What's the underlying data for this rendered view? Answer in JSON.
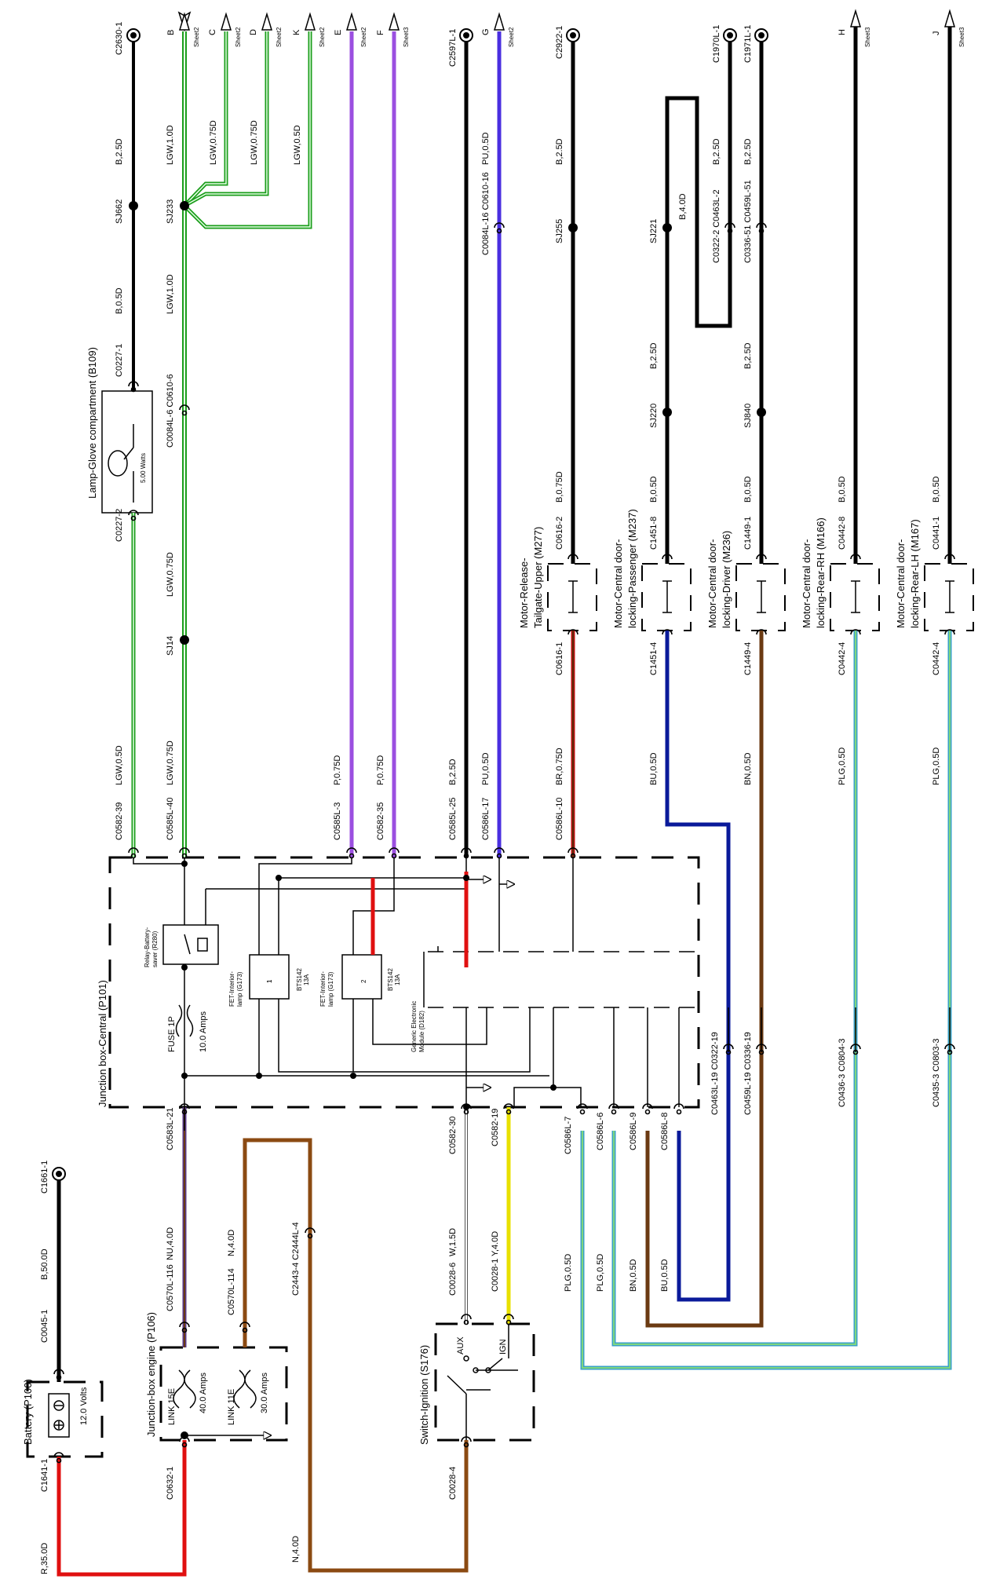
{
  "titles": [
    {
      "id": "battery",
      "text": "Battery (P100)"
    },
    {
      "id": "junction_engine",
      "text": "Junction-box engine (P106)"
    },
    {
      "id": "junction_central",
      "text": "Junction box-Central (P101)"
    },
    {
      "id": "lamp_glove",
      "text": "Lamp-Glove compartment (B109)"
    },
    {
      "id": "switch_ignition",
      "text": "Switch-Ignition (S176)"
    },
    {
      "id": "motor_tailgate_1",
      "text": "Motor-Release-"
    },
    {
      "id": "motor_tailgate_2",
      "text": "Tailgate-Upper (M277)"
    },
    {
      "id": "motor_pass_1",
      "text": "Motor-Central door-"
    },
    {
      "id": "motor_pass_2",
      "text": "locking-Passenger (M237)"
    },
    {
      "id": "motor_drv_1",
      "text": "Motor-Central door-"
    },
    {
      "id": "motor_drv_2",
      "text": "locking-Driver (M236)"
    },
    {
      "id": "motor_rrh_1",
      "text": "Motor-Central door-"
    },
    {
      "id": "motor_rrh_2",
      "text": "locking-Rear-RH (M166)"
    },
    {
      "id": "motor_rlh_1",
      "text": "Motor-Central door-"
    },
    {
      "id": "motor_rlh_2",
      "text": "locking-Rear-LH (M167)"
    }
  ],
  "connectors": [
    {
      "id": "c_c2630",
      "text": "C2630-1"
    },
    {
      "id": "c_c2597",
      "text": "C2597L-1"
    },
    {
      "id": "c_c2922",
      "text": "C2922-1"
    },
    {
      "id": "c_c1970",
      "text": "C1970L-1"
    },
    {
      "id": "c_c1971",
      "text": "C1971L-1"
    },
    {
      "id": "c_c1661",
      "text": "C1661-1"
    },
    {
      "id": "c_c1641",
      "text": "C1641-1"
    },
    {
      "id": "c_c0045",
      "text": "C0045-1"
    },
    {
      "id": "c_c0632",
      "text": "C0632-1"
    },
    {
      "id": "c_c0570_116",
      "text": "C0570L-116"
    },
    {
      "id": "c_c0570_114",
      "text": "C0570L-114"
    },
    {
      "id": "c_c0583_21",
      "text": "C0583L-21"
    },
    {
      "id": "c_c2443",
      "text": "C2443-4 C2444L-4"
    },
    {
      "id": "c_c0582_30",
      "text": "C0582-30"
    },
    {
      "id": "c_c0582_19",
      "text": "C0582-19"
    },
    {
      "id": "c_c0028_6",
      "text": "C0028-6"
    },
    {
      "id": "c_c0028_1",
      "text": "C0028-1"
    },
    {
      "id": "c_c0028_4",
      "text": "C0028-4"
    },
    {
      "id": "c_c0586_7",
      "text": "C0586L-7"
    },
    {
      "id": "c_c0586_6",
      "text": "C0586L-6"
    },
    {
      "id": "c_c0586_9",
      "text": "C0586L-9"
    },
    {
      "id": "c_c0586_8",
      "text": "C0586L-8"
    },
    {
      "id": "c_c0463_19",
      "text": "C0463L-19 C0322-19"
    },
    {
      "id": "c_c0459_19",
      "text": "C0459L-19 C0336-19"
    },
    {
      "id": "c_c0436_3",
      "text": "C0436-3 C0804-3"
    },
    {
      "id": "c_c0435_3",
      "text": "C0435-3 C0803-3"
    },
    {
      "id": "c_c0582_39",
      "text": "C0582-39"
    },
    {
      "id": "c_c0585_40",
      "text": "C0585L-40"
    },
    {
      "id": "c_c0585_3",
      "text": "C0585L-3"
    },
    {
      "id": "c_c0582_35",
      "text": "C0582-35"
    },
    {
      "id": "c_c0585_25",
      "text": "C0585L-25"
    },
    {
      "id": "c_c0586_17",
      "text": "C0586L-17"
    },
    {
      "id": "c_c0586_10",
      "text": "C0586L-10"
    },
    {
      "id": "c_c0227_2",
      "text": "C0227-2"
    },
    {
      "id": "c_c0227_1",
      "text": "C0227-1"
    },
    {
      "id": "c_c0084_6",
      "text": "C0084L-6 C0610-6"
    },
    {
      "id": "c_c0084_16",
      "text": "C0084L-16 C0610-16"
    },
    {
      "id": "c_c0616_2",
      "text": "C0616-2"
    },
    {
      "id": "c_c0616_1",
      "text": "C0616-1"
    },
    {
      "id": "c_c1451_8",
      "text": "C1451-8"
    },
    {
      "id": "c_c1451_4",
      "text": "C1451-4"
    },
    {
      "id": "c_c1449_1",
      "text": "C1449-1"
    },
    {
      "id": "c_c1449_4",
      "text": "C1449-4"
    },
    {
      "id": "c_c0442_8",
      "text": "C0442-8"
    },
    {
      "id": "c_c0442_4",
      "text": "C0442-4"
    },
    {
      "id": "c_c0441_1",
      "text": "C0441-1"
    },
    {
      "id": "c_c0441_4",
      "text": "C0442-4"
    },
    {
      "id": "c_c0322_2",
      "text": "C0322-2 C0463L-2"
    },
    {
      "id": "c_c0336_51",
      "text": "C0336-51 C0459L-51"
    }
  ],
  "splices": [
    {
      "id": "s_sj662",
      "text": "SJ662"
    },
    {
      "id": "s_sj233",
      "text": "SJ233"
    },
    {
      "id": "s_sj14",
      "text": "SJ14"
    },
    {
      "id": "s_sj255",
      "text": "SJ255"
    },
    {
      "id": "s_sj221",
      "text": "SJ221"
    },
    {
      "id": "s_sj220",
      "text": "SJ220"
    },
    {
      "id": "s_sj840",
      "text": "SJ840"
    }
  ],
  "wires": [
    {
      "id": "w_b25_top",
      "text": "B,2.5D"
    },
    {
      "id": "w_b05_top",
      "text": "B,0.5D"
    },
    {
      "id": "w_lgw10_a",
      "text": "LGW,1.0D"
    },
    {
      "id": "w_lgw10_b",
      "text": "LGW,1.0D"
    },
    {
      "id": "w_lgw075_c",
      "text": "LGW,0.75D"
    },
    {
      "id": "w_lgw075_d",
      "text": "LGW,0.75D"
    },
    {
      "id": "w_lgw05_k",
      "text": "LGW,0.5D"
    },
    {
      "id": "w_lgw075_sj14",
      "text": "LGW,0.75D"
    },
    {
      "id": "w_lgw05_39",
      "text": "LGW,0.5D"
    },
    {
      "id": "w_lgw075_40",
      "text": "LGW,0.75D"
    },
    {
      "id": "w_p075_e",
      "text": "P,0.75D"
    },
    {
      "id": "w_p075_f",
      "text": "P,0.75D"
    },
    {
      "id": "w_b25_g",
      "text": "B,2.5D"
    },
    {
      "id": "w_pu05_top",
      "text": "PU,0.5D"
    },
    {
      "id": "w_pu05_bot",
      "text": "PU,0.5D"
    },
    {
      "id": "w_b25_tail",
      "text": "B,2.5D"
    },
    {
      "id": "w_b075_tail",
      "text": "B,0.75D"
    },
    {
      "id": "w_br075",
      "text": "BR,0.75D"
    },
    {
      "id": "w_b40",
      "text": "B,4.0D"
    },
    {
      "id": "w_b25_1970",
      "text": "B,2.5D"
    },
    {
      "id": "w_b25_1971",
      "text": "B,2.5D"
    },
    {
      "id": "w_b25_sj220",
      "text": "B,2.5D"
    },
    {
      "id": "w_b25_sj840",
      "text": "B,2.5D"
    },
    {
      "id": "w_b05_pass",
      "text": "B,0.5D"
    },
    {
      "id": "w_b05_drv",
      "text": "B,0.5D"
    },
    {
      "id": "w_b05_rrh",
      "text": "B,0.5D"
    },
    {
      "id": "w_b05_rlh",
      "text": "B,0.5D"
    },
    {
      "id": "w_bu05_pass",
      "text": "BU,0.5D"
    },
    {
      "id": "w_bn05_drv",
      "text": "BN,0.5D"
    },
    {
      "id": "w_plg05_rrh",
      "text": "PLG,0.5D"
    },
    {
      "id": "w_plg05_rlh",
      "text": "PLG,0.5D"
    },
    {
      "id": "w_b500",
      "text": "B,50.0D"
    },
    {
      "id": "w_nu40",
      "text": "NU,4.0D"
    },
    {
      "id": "w_n40_114",
      "text": "N,4.0D"
    },
    {
      "id": "w_w15",
      "text": "W,1.5D"
    },
    {
      "id": "w_y40",
      "text": "Y,4.0D"
    },
    {
      "id": "w_plg05_7",
      "text": "PLG,0.5D"
    },
    {
      "id": "w_plg05_6",
      "text": "PLG,0.5D"
    },
    {
      "id": "w_bn05_9",
      "text": "BN,0.5D"
    },
    {
      "id": "w_bu05_8",
      "text": "BU,0.5D"
    },
    {
      "id": "w_r350",
      "text": "R,35.0D"
    },
    {
      "id": "w_n40_bot",
      "text": "N,4.0D"
    }
  ],
  "sheet_refs": [
    {
      "letter": "B",
      "sheet": "Sheet2"
    },
    {
      "letter": "C",
      "sheet": "Sheet2"
    },
    {
      "letter": "D",
      "sheet": "Sheet2"
    },
    {
      "letter": "K",
      "sheet": "Sheet2"
    },
    {
      "letter": "E",
      "sheet": "Sheet2"
    },
    {
      "letter": "F",
      "sheet": "Sheet3"
    },
    {
      "letter": "G",
      "sheet": "Sheet2"
    },
    {
      "letter": "H",
      "sheet": "Sheet3"
    },
    {
      "letter": "J",
      "sheet": "Sheet3"
    }
  ],
  "components": [
    {
      "id": "fuse_1p",
      "text": "FUSE 1P"
    },
    {
      "id": "fuse_1p_amps",
      "text": "10.0 Amps"
    },
    {
      "id": "link_15e",
      "text": "LINK 15E"
    },
    {
      "id": "link_15e_amps",
      "text": "40.0 Amps"
    },
    {
      "id": "link_11e",
      "text": "LINK 11E"
    },
    {
      "id": "link_11e_amps",
      "text": "30.0 Amps"
    },
    {
      "id": "battery_volts",
      "text": "12.0 Volts"
    },
    {
      "id": "lamp_watts",
      "text": "5.00 Watts"
    },
    {
      "id": "relay_1",
      "text": "Relay-Battery-"
    },
    {
      "id": "relay_2",
      "text": "saver (R280)"
    },
    {
      "id": "fet1_1",
      "text": "FET-Interior-"
    },
    {
      "id": "fet1_2",
      "text": "lamp (G173)"
    },
    {
      "id": "fet1_3",
      "text": "BTS142"
    },
    {
      "id": "fet1_4",
      "text": "13A"
    },
    {
      "id": "fet2_1",
      "text": "FET-Interior-"
    },
    {
      "id": "fet2_2",
      "text": "lamp (G173)"
    },
    {
      "id": "fet2_3",
      "text": "BTS142"
    },
    {
      "id": "fet2_4",
      "text": "13A"
    },
    {
      "id": "gem_1",
      "text": "Generic Electronic"
    },
    {
      "id": "gem_2",
      "text": "Module (D182)"
    },
    {
      "id": "ign_aux",
      "text": "AUX"
    },
    {
      "id": "ign_ign",
      "text": "IGN"
    },
    {
      "id": "fet1_n1",
      "text": "1"
    },
    {
      "id": "fet1_n2",
      "text": "1"
    },
    {
      "id": "fet2_n1",
      "text": "2"
    }
  ]
}
